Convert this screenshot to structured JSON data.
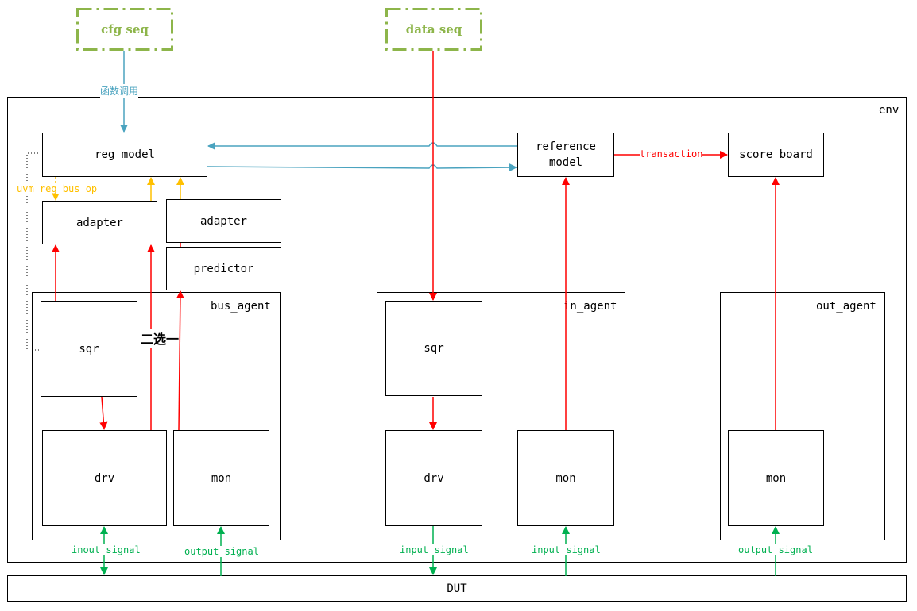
{
  "colors": {
    "teal": "#4aa3bf",
    "red": "#ff0000",
    "amber": "#ffc000",
    "green": "#00b050",
    "seq_green": "#8db54a"
  },
  "sequences": {
    "cfg": "cfg seq",
    "data": "data seq"
  },
  "env": {
    "label": "env",
    "reg_model": "reg model",
    "reference_model": "reference\nmodel",
    "score_board": "score board",
    "adapter_left": "adapter",
    "adapter_right": "adapter",
    "predictor": "predictor",
    "choose_one": "二选一"
  },
  "bus_agent": {
    "label": "bus_agent",
    "sqr": "sqr",
    "drv": "drv",
    "mon": "mon"
  },
  "in_agent": {
    "label": "in_agent",
    "sqr": "sqr",
    "drv": "drv",
    "mon": "mon"
  },
  "out_agent": {
    "label": "out_agent",
    "mon": "mon"
  },
  "dut": "DUT",
  "edge_labels": {
    "function_call": "函数调用",
    "transaction": "transaction",
    "uvm_reg_bus_op": "uvm_reg_bus_op",
    "inout_signal": "inout signal",
    "output_signal_bus": "output signal",
    "input_signal_drv": "input signal",
    "input_signal_mon": "input signal",
    "output_signal_out": "output signal"
  }
}
